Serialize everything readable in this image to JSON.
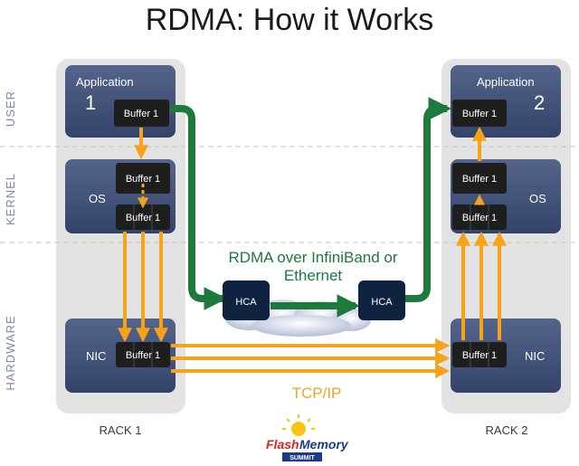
{
  "title": "RDMA: How it Works",
  "layers": {
    "user": "USER",
    "kernel": "KERNEL",
    "hardware": "HARDWARE"
  },
  "rack1": {
    "app_label": "Application",
    "app_number": "1",
    "app_buffer": "Buffer 1",
    "os_label": "OS",
    "os_buffer_top": "Buffer 1",
    "os_buffer_bottom": "Buffer 1",
    "nic_label": "NIC",
    "nic_buffer": "Buffer 1",
    "rack_label": "RACK 1"
  },
  "rack2": {
    "app_label": "Application",
    "app_number": "2",
    "app_buffer": "Buffer 1",
    "os_label": "OS",
    "os_buffer_top": "Buffer 1",
    "os_buffer_bottom": "Buffer 1",
    "nic_label": "NIC",
    "nic_buffer": "Buffer 1",
    "rack_label": "RACK 2"
  },
  "hca_left": "HCA",
  "hca_right": "HCA",
  "rdma_line1": "RDMA over InfiniBand or",
  "rdma_line2": "Ethernet",
  "tcpip_label": "TCP/IP",
  "logo": {
    "flash": "Flash",
    "memory": "Memory",
    "summit": "SUMMIT"
  },
  "colors": {
    "rack_bg": "#e3e3e3",
    "panel": "#3d4c73",
    "buffer": "#1e1e1e",
    "orange": "#f7a21b",
    "green": "#1d7a3c",
    "hca": "#0f2240",
    "rdma_text": "#1d7a3c",
    "tcp_text": "#f7a21b"
  }
}
